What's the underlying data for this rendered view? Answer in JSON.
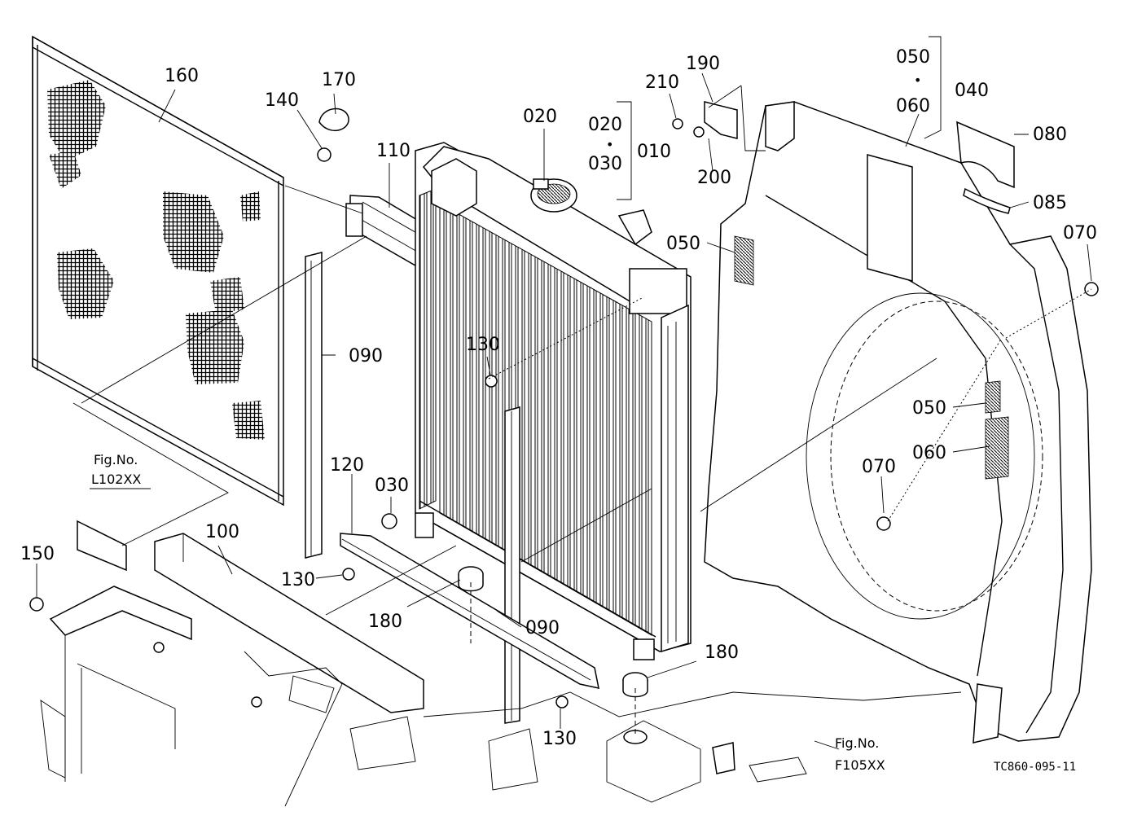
{
  "labels": {
    "p160": "160",
    "p170": "170",
    "p140": "140",
    "p110": "110",
    "p020a": "020",
    "p020b": "020",
    "p030a": "030",
    "p010": "010",
    "p210": "210",
    "p190": "190",
    "p200": "200",
    "p050a": "050",
    "p060a": "060",
    "p040": "040",
    "p080": "080",
    "p085": "085",
    "p070a": "070",
    "p050b": "050",
    "p090a": "090",
    "p130a": "130",
    "p050c": "050",
    "p060b": "060",
    "p070b": "070",
    "p120": "120",
    "p030b": "030",
    "p100": "100",
    "p150": "150",
    "p130b": "130",
    "p180a": "180",
    "p090b": "090",
    "p180b": "180",
    "p130c": "130"
  },
  "references": {
    "ref1_title": "Fig.No.",
    "ref1_code": "L102XX",
    "ref2_title": "Fig.No.",
    "ref2_code": "F105XX"
  },
  "drawing_code": "TC860-095-11"
}
